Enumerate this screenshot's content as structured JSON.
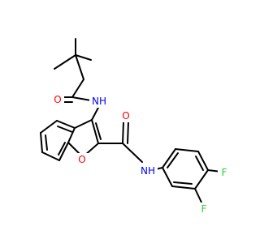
{
  "molecule": {
    "atoms": {
      "o_amide1": "O",
      "nh_amide1": "NH",
      "o_amide2": "O",
      "o_furan": "O",
      "nh_amide2": "NH",
      "f_para": "F",
      "f_meta": "F"
    },
    "colors": {
      "bond": "#000000",
      "oxygen": "#ff0000",
      "nitrogen": "#0000ff",
      "fluorine": "#33cc33"
    }
  }
}
